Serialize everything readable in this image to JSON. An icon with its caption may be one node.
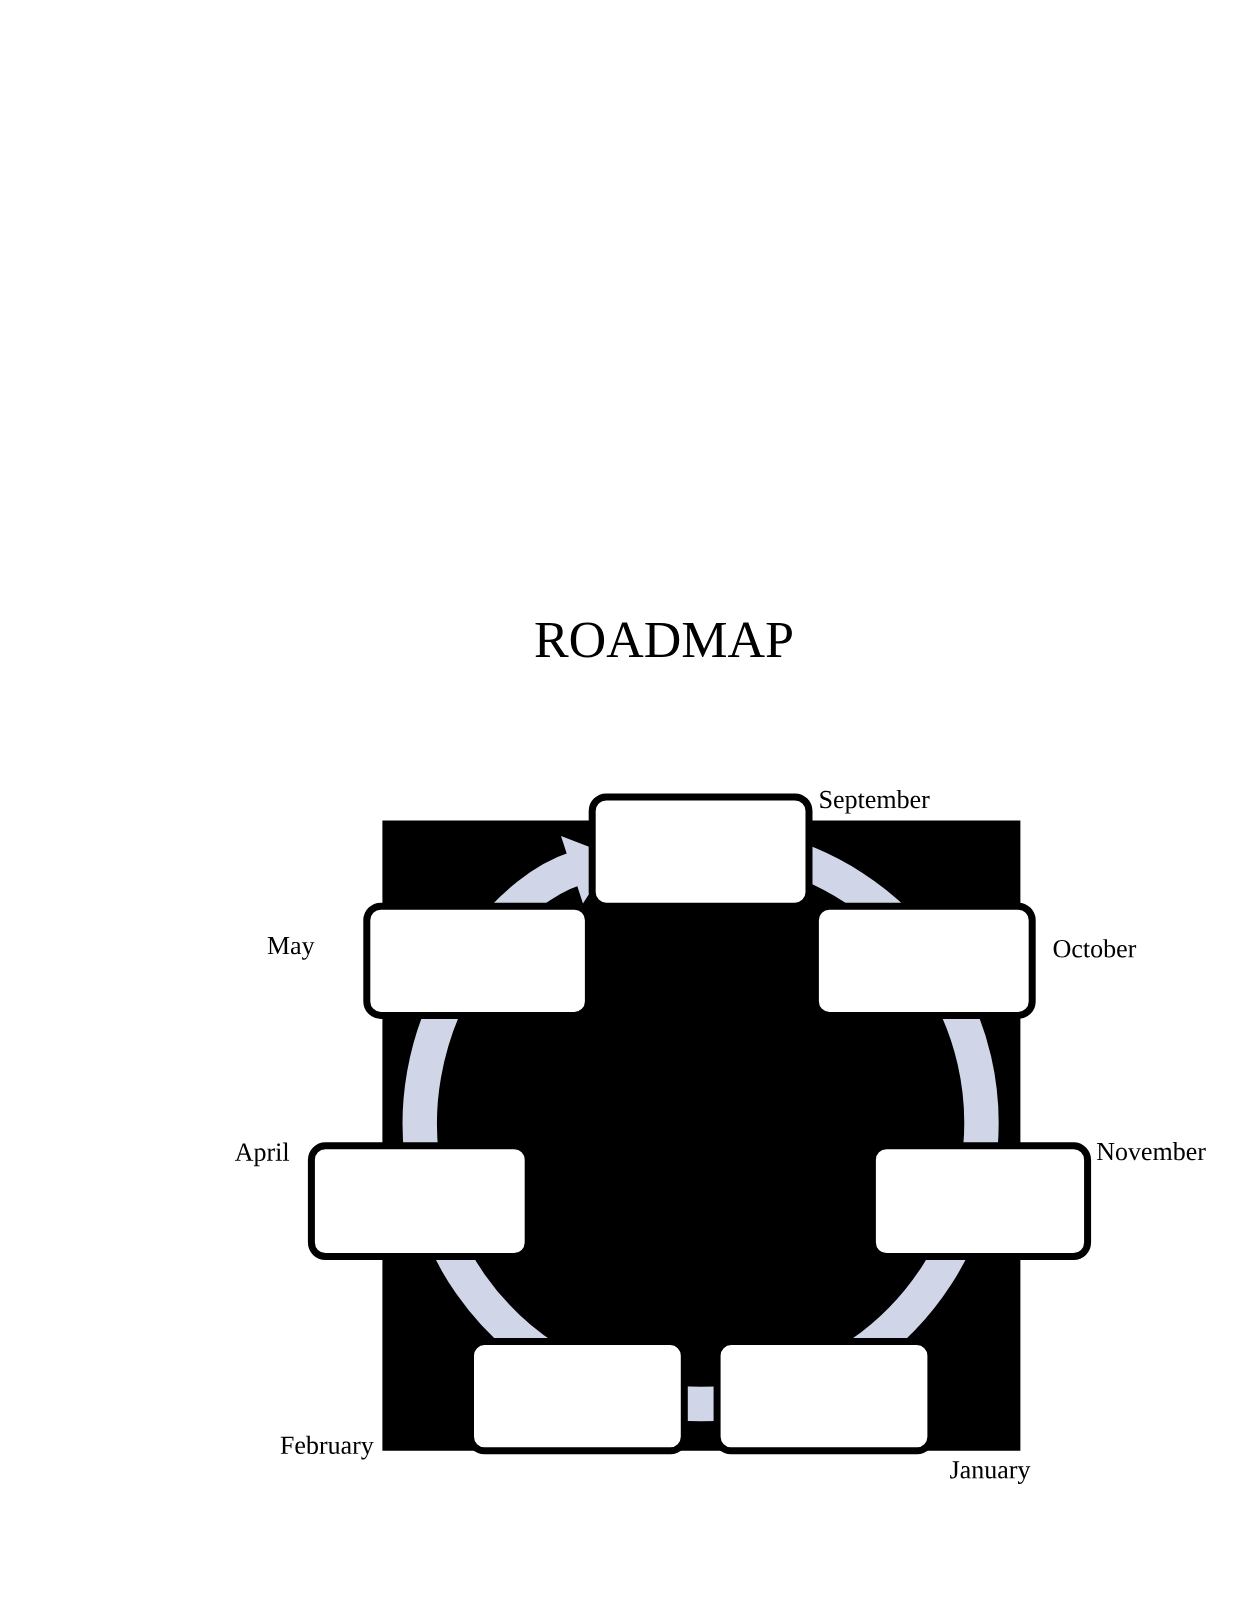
{
  "diagram": {
    "title": "ROADMAP",
    "nodes": [
      {
        "text": [],
        "shape": "box",
        "beside": [
          "September"
        ]
      },
      {
        "text": [],
        "shape": "box",
        "beside": [
          "May"
        ]
      },
      {
        "text": [],
        "shape": "box",
        "beside": [
          "October"
        ]
      },
      {
        "text": [],
        "shape": "box",
        "beside": [
          "April"
        ]
      },
      {
        "text": [],
        "shape": "box",
        "beside": [
          "November"
        ]
      },
      {
        "text": [],
        "shape": "box",
        "beside": [
          "February"
        ]
      },
      {
        "text": [],
        "shape": "box",
        "beside": [
          "January"
        ]
      }
    ]
  }
}
